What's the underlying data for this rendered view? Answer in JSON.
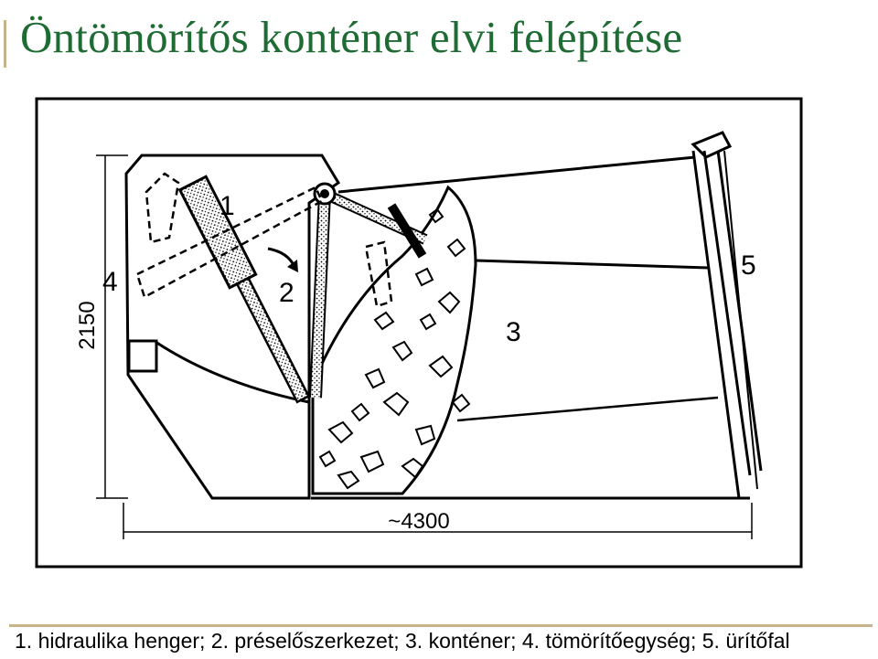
{
  "title": "Öntömörítős konténer elvi felépítése",
  "labels": {
    "part1": "1",
    "part2": "2",
    "part3": "3",
    "part4": "4",
    "part5": "5",
    "height_dim": "2150",
    "length_dim": "~4300"
  },
  "caption": "1. hidraulika henger; 2. préselőszerkezet; 3. konténer; 4. tömörítőegység; 5. ürítőfal",
  "colors": {
    "title": "#1f6b34",
    "accent": "#c8b48a"
  }
}
